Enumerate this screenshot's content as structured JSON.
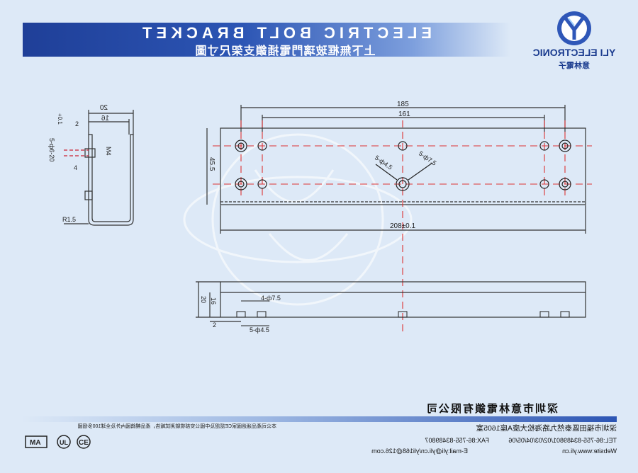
{
  "banner": {
    "title_en": "ELECTRIC BOLT BRACKET",
    "title_cn": "上下無框玻璃門電插鎖支架尺寸圖"
  },
  "logo": {
    "name_en": "YLI ELECTRONIC",
    "name_cn": "意林電子"
  },
  "drawing": {
    "side": {
      "width_total": "20",
      "width_inner": "16",
      "thread_spec": "5-ф6-20",
      "tolerance": "+0.1",
      "dim_2": "2",
      "dim_4": "4",
      "thread": "M4",
      "radius": "R1.5"
    },
    "front": {
      "length_outer": "185",
      "length_inner": "161",
      "height": "45.5",
      "length_total": "208±0.1",
      "holes_large": "5-ф7.5",
      "holes_small": "5-ф4.5"
    },
    "bottom": {
      "height": "20",
      "depth": "16",
      "dim_2": "2",
      "holes_large": "4-ф7.5",
      "holes_small": "5-ф4.5"
    }
  },
  "footer": {
    "company": "深圳市意林電鎖有限公司",
    "notice": "本公司產品通過國家CE認證及中國公安部檢驗測試報告，產品暢銷國內外及全球100多個國",
    "address": "深圳市福田區泰然九路海松大廈A座1605室",
    "tel": "TEL:86-755-83489801/02/03/04/05/06",
    "fax": "FAX:86-755-83489807",
    "website": "Website:www.yli.cn",
    "email": "E-mail:yli@yli.cn/yli168@126.com"
  },
  "certs": [
    "CE",
    "UL",
    "MA"
  ]
}
